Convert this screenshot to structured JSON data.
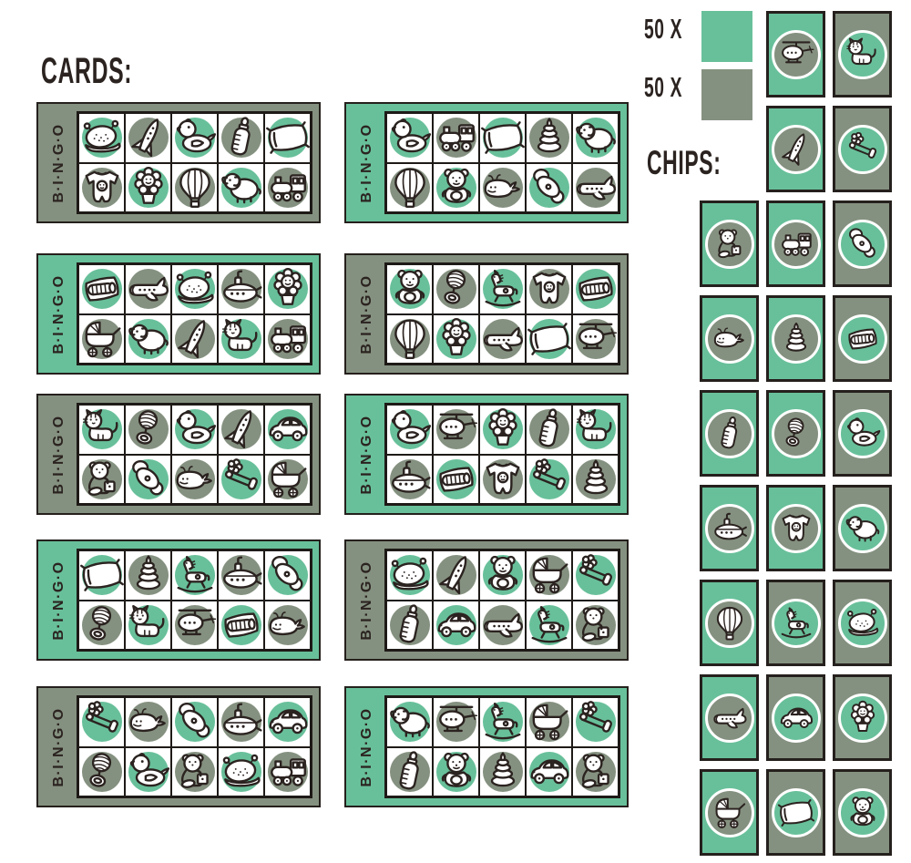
{
  "palette": {
    "mint_green": "#68c09a",
    "sage_gray": "#859180",
    "outline_dark": "#2b2320",
    "page_background": "#ffffff"
  },
  "headings": {
    "cards": "CARDS:",
    "chips": "CHIPS:"
  },
  "counts": [
    {
      "label": "50 X",
      "swatch": "mint-green",
      "swatch_color": "#68c09a"
    },
    {
      "label": "50 X",
      "swatch": "sage-gray",
      "swatch_color": "#859180"
    }
  ],
  "bingo_strip_text": "B·I·N·G·O",
  "cards": [
    {
      "bg": "sage-gray",
      "rows": [
        [
          "sleeping-baby",
          "rocket",
          "duck",
          "bottle",
          "pillow"
        ],
        [
          "onesie",
          "flower",
          "hot-air-balloon",
          "elephant",
          "train"
        ]
      ]
    },
    {
      "bg": "mint-green",
      "rows": [
        [
          "duck",
          "train",
          "pillow",
          "stacking-rings",
          "elephant"
        ],
        [
          "hot-air-balloon",
          "teddy-bear",
          "whale",
          "pacifier",
          "airplane"
        ]
      ]
    },
    {
      "bg": "mint-green",
      "rows": [
        [
          "diaper",
          "airplane",
          "sleeping-baby",
          "submarine",
          "flower"
        ],
        [
          "pram",
          "elephant",
          "rocket",
          "cat",
          "train"
        ]
      ]
    },
    {
      "bg": "sage-gray",
      "rows": [
        [
          "teddy-bear",
          "rattle",
          "rocking-horse",
          "onesie",
          "diaper"
        ],
        [
          "hot-air-balloon",
          "flower",
          "airplane",
          "pillow",
          "helicopter"
        ]
      ]
    },
    {
      "bg": "sage-gray",
      "rows": [
        [
          "cat",
          "rattle",
          "duck",
          "rocket",
          "car"
        ],
        [
          "bear-with-block",
          "pacifier",
          "whale",
          "safety-pin",
          "pram"
        ]
      ]
    },
    {
      "bg": "mint-green",
      "rows": [
        [
          "duck",
          "helicopter",
          "flower",
          "bottle",
          "cat"
        ],
        [
          "submarine",
          "diaper",
          "onesie",
          "safety-pin",
          "stacking-rings"
        ]
      ]
    },
    {
      "bg": "mint-green",
      "rows": [
        [
          "pillow",
          "stacking-rings",
          "rocking-horse",
          "submarine",
          "pacifier"
        ],
        [
          "rattle",
          "cat",
          "helicopter",
          "diaper",
          "whale"
        ]
      ]
    },
    {
      "bg": "sage-gray",
      "rows": [
        [
          "sleeping-baby",
          "rocket",
          "teddy-bear",
          "pram",
          "safety-pin"
        ],
        [
          "bottle",
          "car",
          "airplane",
          "rocking-horse",
          "bear-with-block"
        ]
      ]
    },
    {
      "bg": "sage-gray",
      "rows": [
        [
          "safety-pin",
          "whale",
          "pacifier",
          "submarine",
          "car"
        ],
        [
          "rattle",
          "duck",
          "bear-with-block",
          "sleeping-baby",
          "train"
        ]
      ]
    },
    {
      "bg": "mint-green",
      "rows": [
        [
          "elephant",
          "helicopter",
          "rocking-horse",
          "pram",
          "safety-pin"
        ],
        [
          "bottle",
          "teddy-bear",
          "stacking-rings",
          "car",
          "bear-with-block"
        ]
      ]
    }
  ],
  "chips_rows": [
    [
      null,
      {
        "icon": "helicopter",
        "bg": "mint-green"
      },
      {
        "icon": "cat",
        "bg": "sage-gray"
      }
    ],
    [
      null,
      {
        "icon": "rocket",
        "bg": "mint-green"
      },
      {
        "icon": "safety-pin",
        "bg": "sage-gray"
      }
    ],
    [
      {
        "icon": "bear-with-block",
        "bg": "mint-green"
      },
      {
        "icon": "train",
        "bg": "mint-green"
      },
      {
        "icon": "pacifier",
        "bg": "sage-gray"
      }
    ],
    [
      {
        "icon": "whale",
        "bg": "mint-green"
      },
      {
        "icon": "stacking-rings",
        "bg": "mint-green"
      },
      {
        "icon": "diaper",
        "bg": "sage-gray"
      }
    ],
    [
      {
        "icon": "bottle",
        "bg": "mint-green"
      },
      {
        "icon": "rattle",
        "bg": "mint-green"
      },
      {
        "icon": "duck",
        "bg": "sage-gray"
      }
    ],
    [
      {
        "icon": "submarine",
        "bg": "mint-green"
      },
      {
        "icon": "onesie",
        "bg": "mint-green"
      },
      {
        "icon": "elephant",
        "bg": "sage-gray"
      }
    ],
    [
      {
        "icon": "hot-air-balloon",
        "bg": "mint-green"
      },
      {
        "icon": "rocking-horse",
        "bg": "sage-gray"
      },
      {
        "icon": "sleeping-baby",
        "bg": "sage-gray"
      }
    ],
    [
      {
        "icon": "airplane",
        "bg": "mint-green"
      },
      {
        "icon": "car",
        "bg": "sage-gray"
      },
      {
        "icon": "flower",
        "bg": "sage-gray"
      }
    ],
    [
      {
        "icon": "pram",
        "bg": "mint-green"
      },
      {
        "icon": "pillow",
        "bg": "sage-gray"
      },
      {
        "icon": "teddy-bear",
        "bg": "sage-gray"
      }
    ]
  ]
}
